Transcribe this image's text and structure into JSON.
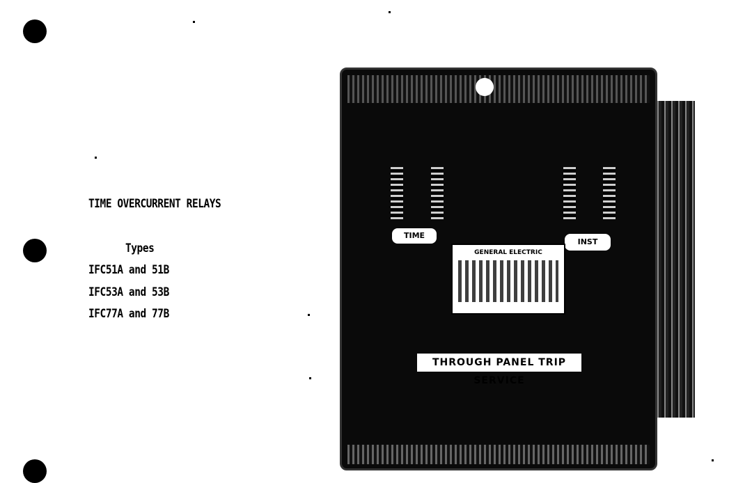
{
  "title": "TIME OVERCURRENT RELAYS",
  "types_heading": "Types",
  "types": [
    "IFC51A and 51B",
    "IFC53A and 53B",
    "IFC77A and 77B"
  ],
  "photo": {
    "label_left": "TIME",
    "label_right": "INST",
    "nameplate": "GENERAL ELECTRIC",
    "strip": "THROUGH PANEL TRIP SERVICE"
  }
}
